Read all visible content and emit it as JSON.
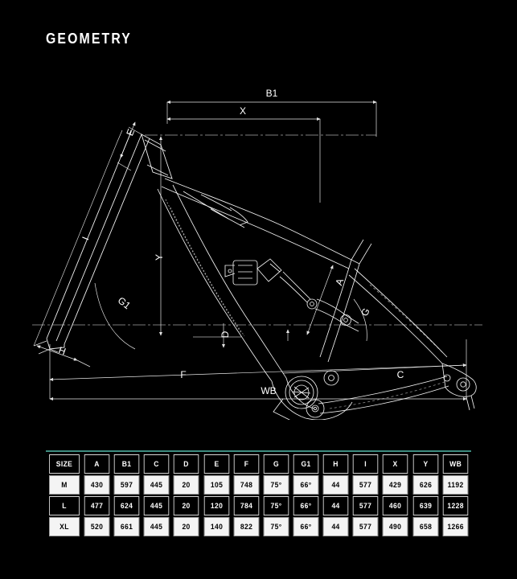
{
  "page": {
    "title": "GEOMETRY",
    "background_color": "#000000",
    "accent_color": "#3e8c80",
    "line_color": "#ffffff"
  },
  "drawing": {
    "subject": "mountain-bike-frame-geometry-diagram",
    "dimension_labels": [
      {
        "id": "B1",
        "label": "B1"
      },
      {
        "id": "X",
        "label": "X"
      },
      {
        "id": "E",
        "label": "E"
      },
      {
        "id": "I",
        "label": "I"
      },
      {
        "id": "Y",
        "label": "Y"
      },
      {
        "id": "G1",
        "label": "G1"
      },
      {
        "id": "H",
        "label": "H"
      },
      {
        "id": "D",
        "label": "D"
      },
      {
        "id": "A",
        "label": "A"
      },
      {
        "id": "G",
        "label": "G"
      },
      {
        "id": "F",
        "label": "F"
      },
      {
        "id": "C",
        "label": "C"
      },
      {
        "id": "WB",
        "label": "WB"
      }
    ]
  },
  "table": {
    "headers": [
      "SIZE",
      "A",
      "B1",
      "C",
      "D",
      "E",
      "F",
      "G",
      "G1",
      "H",
      "I",
      "X",
      "Y",
      "WB"
    ],
    "rows": [
      {
        "style": "light",
        "cells": [
          "M",
          "430",
          "597",
          "445",
          "20",
          "105",
          "748",
          "75°",
          "66°",
          "44",
          "577",
          "429",
          "626",
          "1192"
        ]
      },
      {
        "style": "dark",
        "cells": [
          "L",
          "477",
          "624",
          "445",
          "20",
          "120",
          "784",
          "75°",
          "66°",
          "44",
          "577",
          "460",
          "639",
          "1228"
        ]
      },
      {
        "style": "light",
        "cells": [
          "XL",
          "520",
          "661",
          "445",
          "20",
          "140",
          "822",
          "75°",
          "66°",
          "44",
          "577",
          "490",
          "658",
          "1266"
        ]
      }
    ]
  }
}
